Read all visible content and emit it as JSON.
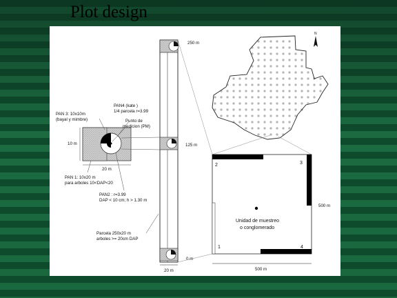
{
  "slide": {
    "title": "Plot design"
  },
  "plot": {
    "length_top": "250 m",
    "length_mid": "125 m",
    "length_bottom": "0 m",
    "width_bottom": "20 m",
    "pan4_line1": "PAN4  (kate )",
    "pan4_line2": "1/4 parcela r=3.99",
    "pm_line1": "Punto de",
    "pm_line2": "medicion (PM)",
    "pan3_line1": "PAN 3: 10x10m",
    "pan3_line2": "(bayal y mimbre)",
    "side_10m": "10 m",
    "bottom_20m": "20 m",
    "pan1_line1": "PAN 1: 10x20 m",
    "pan1_line2": "para arboles 10<DAP<20",
    "pan2_line1": "PAN2 : r=3.99",
    "pan2_line2": "DAP < 10 cm; h > 1.30 m",
    "parcela_line1": "Parcela 250x20 m",
    "parcela_line2": "arboles >= 20cm DAP"
  },
  "cluster": {
    "corner_1": "1",
    "corner_2": "2",
    "corner_3": "3",
    "corner_4": "4",
    "side_500m": "500 m",
    "bottom_500m": "500 m",
    "center_line1": "Unidad de muestreo",
    "center_line2": "o conglomerado"
  },
  "map": {
    "north_label": "N"
  }
}
